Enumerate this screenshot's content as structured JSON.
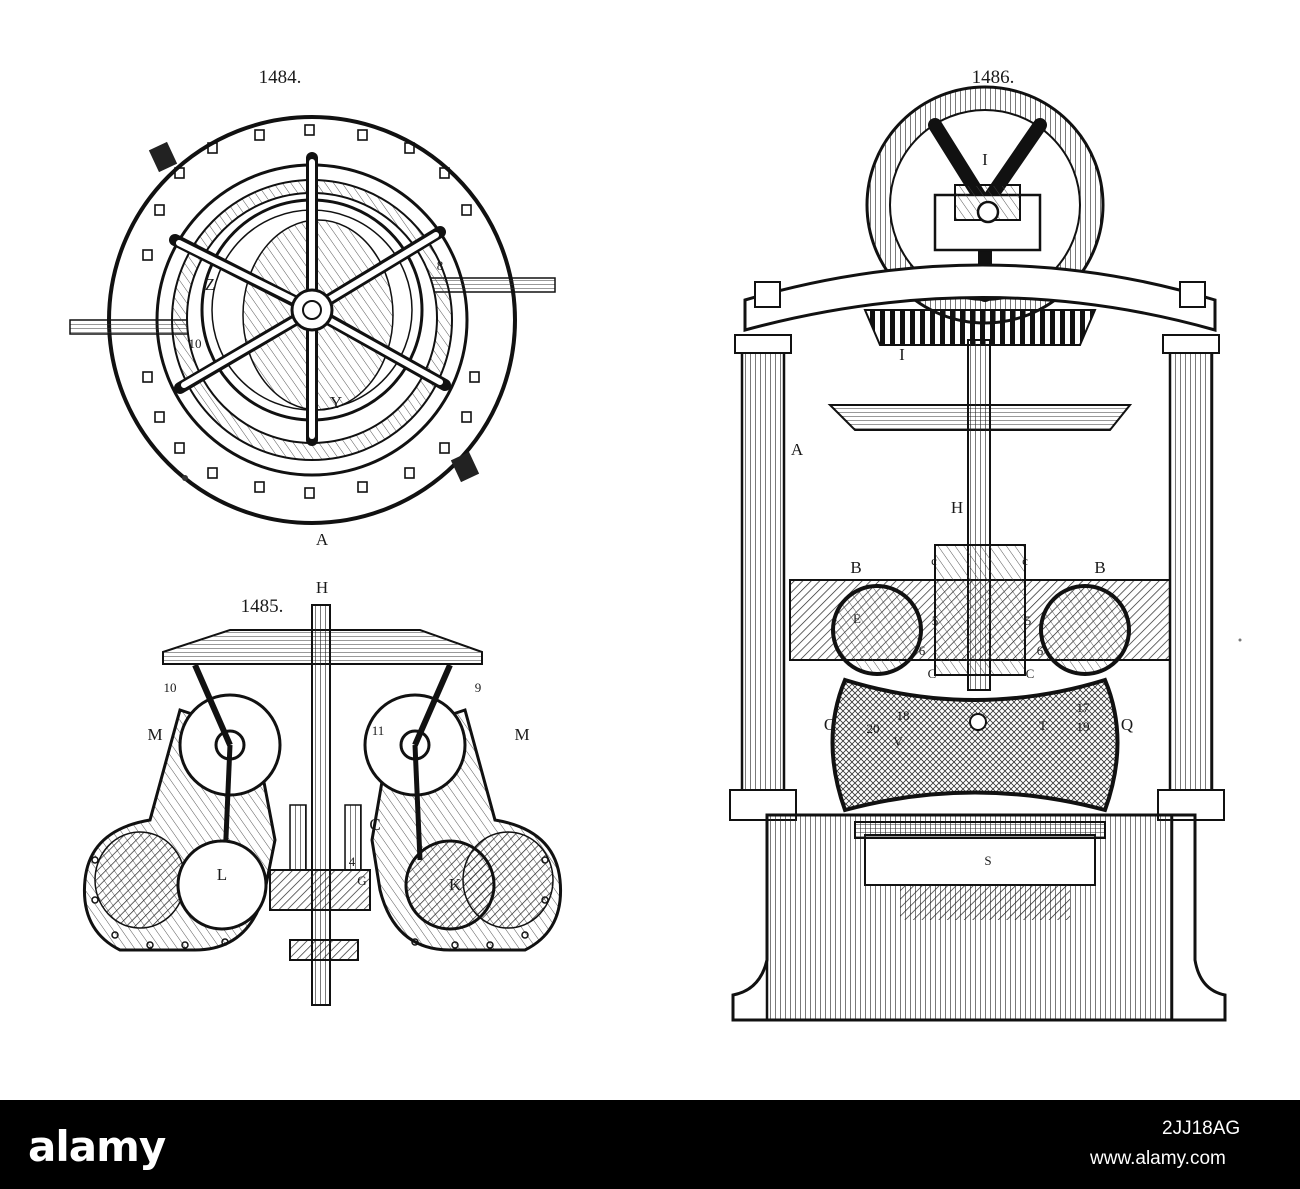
{
  "figures": {
    "fig1484": {
      "number": "1484.",
      "labels": {
        "A": "A",
        "Z": "Z",
        "Y": "Y",
        "n10": "10",
        "n8": "8"
      }
    },
    "fig1485": {
      "number": "1485.",
      "labels": {
        "H": "H",
        "M_left": "M",
        "M_right": "M",
        "n10": "10",
        "n9": "9",
        "n11": "11",
        "L": "L",
        "K": "K",
        "C": "C",
        "G": "G",
        "n4": "4"
      }
    },
    "fig1486": {
      "number": "1486.",
      "labels": {
        "I_top": "I",
        "I_bevel": "I",
        "A": "A",
        "H": "H",
        "B_left": "B",
        "B_right": "B",
        "c_left": "c",
        "c_right": "c",
        "n5_left": "5",
        "n5_right": "5",
        "n6_left": "6",
        "n6_right": "6",
        "C_left": "C",
        "C_right": "C",
        "E": "E",
        "Q_left": "Q",
        "Q_right": "Q",
        "n18": "18",
        "n20": "20",
        "n17": "17",
        "n19": "19",
        "V": "V",
        "T": "T",
        "S": "S"
      }
    }
  },
  "watermark": {
    "brand": "alamy",
    "image_id": "2JJ18AG",
    "url": "www.alamy.com"
  }
}
